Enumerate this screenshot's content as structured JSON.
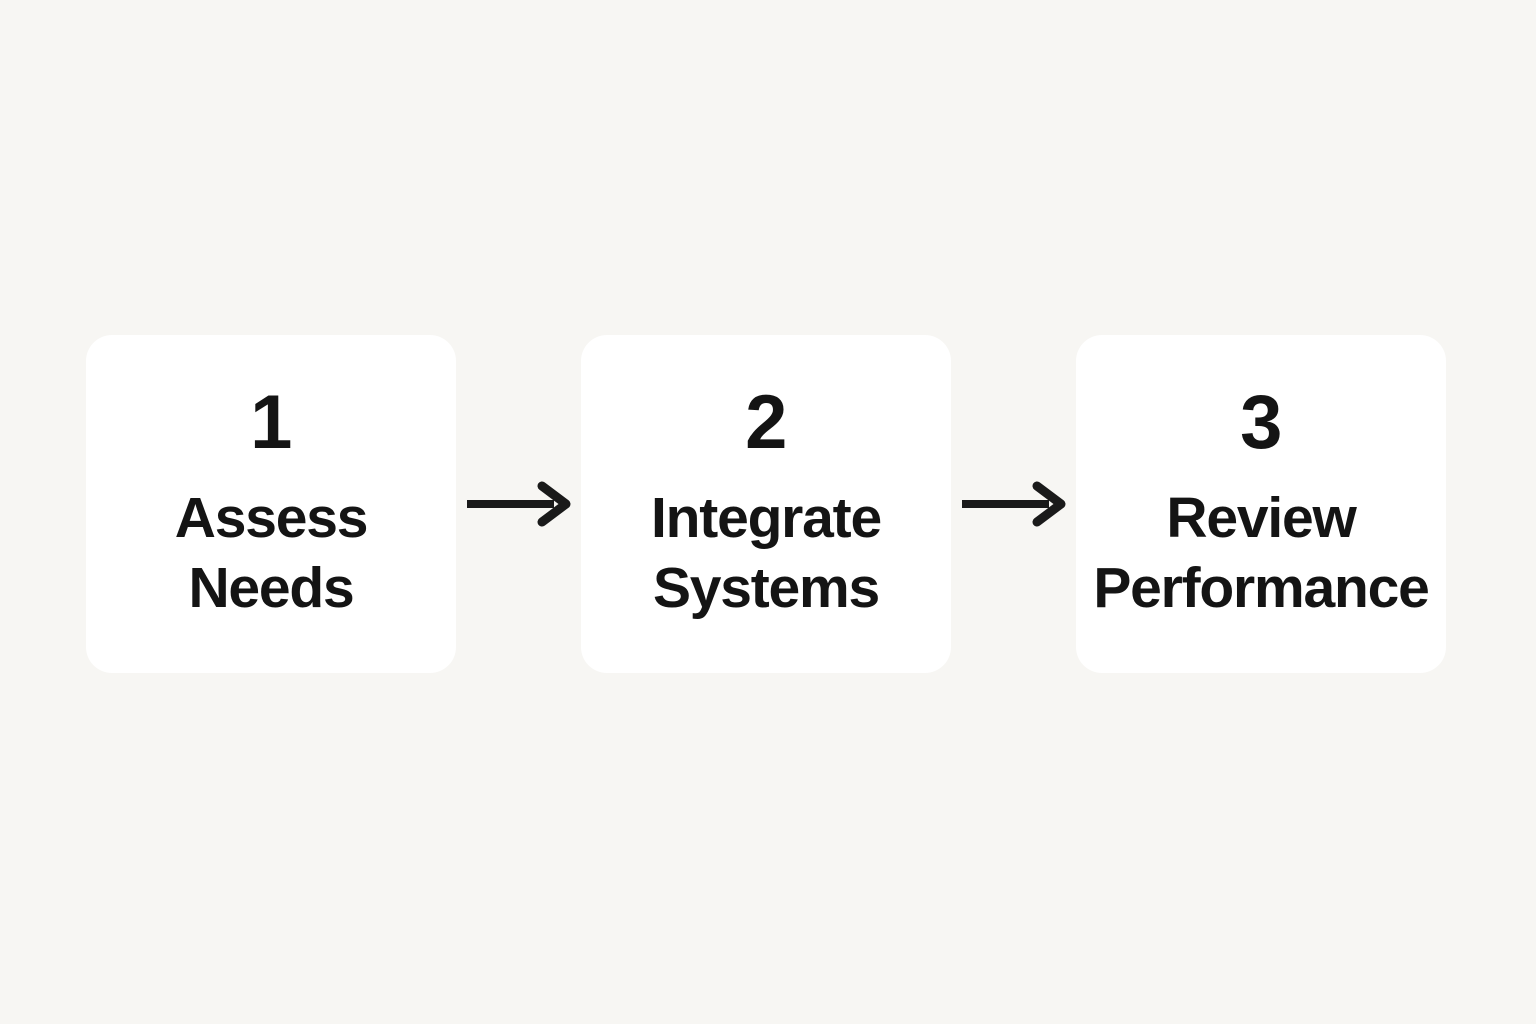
{
  "canvas": {
    "background_color": "#f7f6f3",
    "card_color": "#ffffff",
    "text_color": "#141414",
    "arrow_color": "#1a1a1a"
  },
  "flow": {
    "steps": [
      {
        "number": "1",
        "label_line_1": "Assess",
        "label_line_2": "Needs"
      },
      {
        "number": "2",
        "label_line_1": "Integrate",
        "label_line_2": "Systems"
      },
      {
        "number": "3",
        "label_line_1": "Review",
        "label_line_2": "Performance"
      }
    ],
    "connectors": [
      {
        "name": "arrow-right-icon"
      },
      {
        "name": "arrow-right-icon"
      }
    ]
  }
}
